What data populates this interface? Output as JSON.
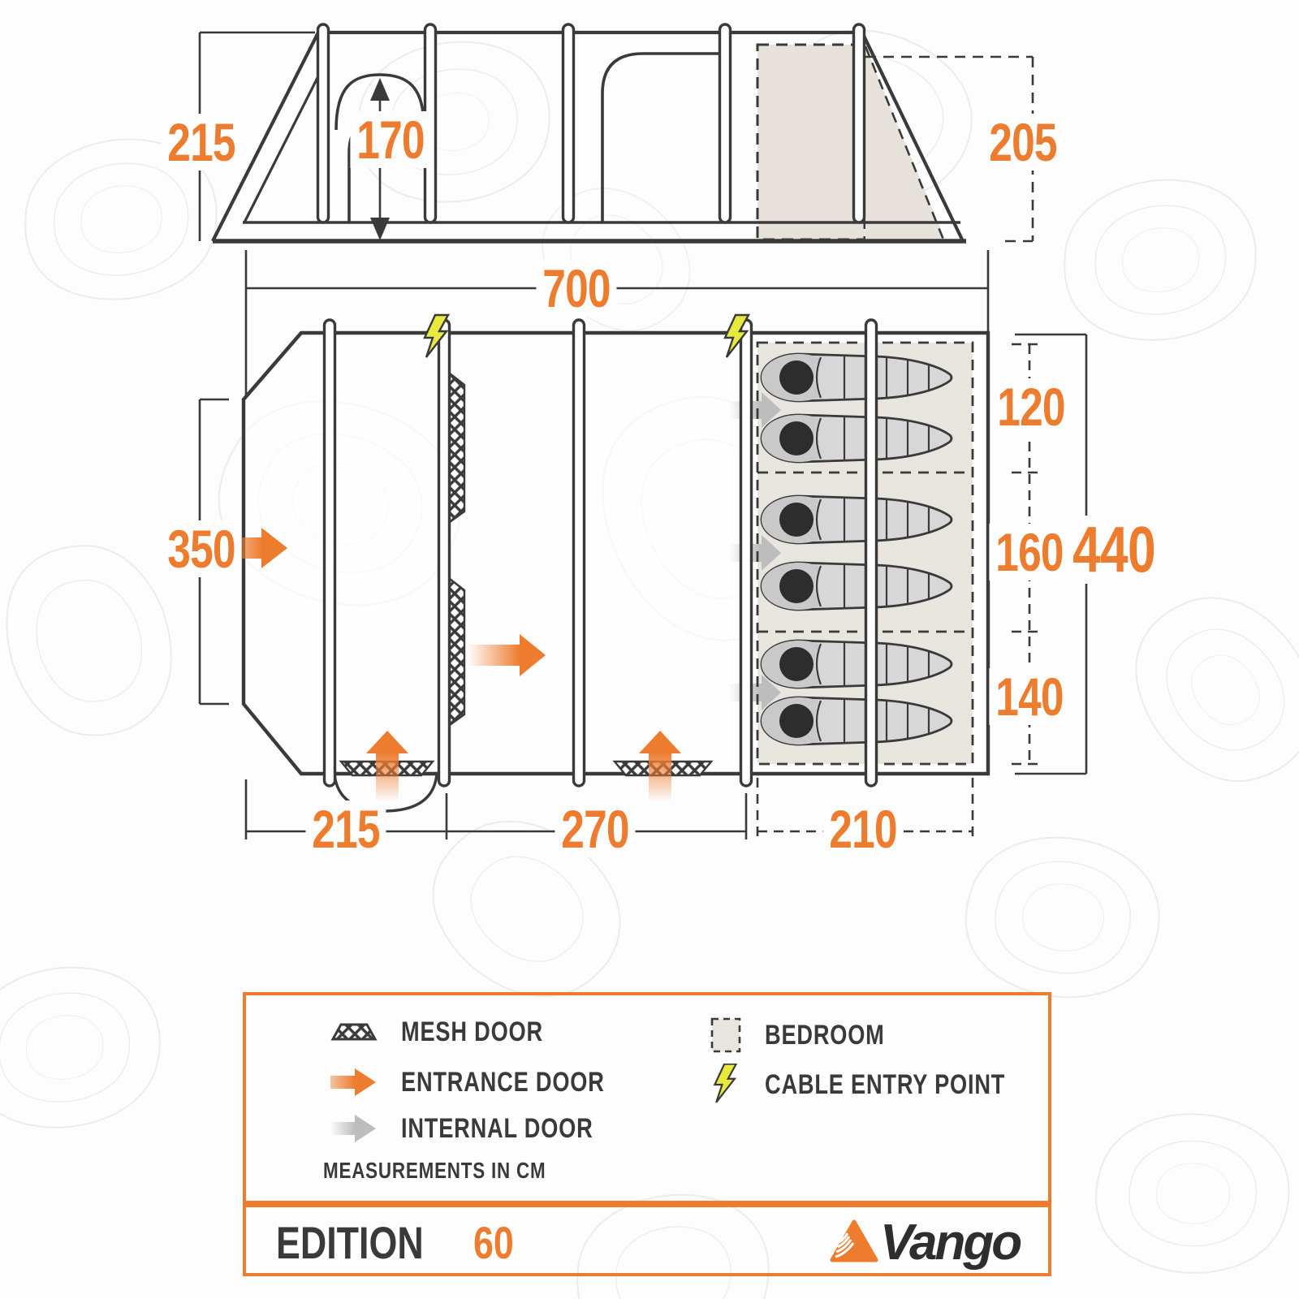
{
  "side_view": {
    "peak_height_cm": "215",
    "door_height_cm": "170",
    "rear_height_cm": "205"
  },
  "floor_plan": {
    "total_length_cm": "700",
    "front_width_cm": "350",
    "section_lengths": {
      "porch": "215",
      "living": "270",
      "bedroom_area": "210"
    },
    "bedrooms": {
      "room1_width": "120",
      "room2_width": "160",
      "room3_width": "140",
      "total_width": "440",
      "sleeping_bags_count": 6
    }
  },
  "legend": {
    "mesh_door": "MESH DOOR",
    "entrance_door": "ENTRANCE DOOR",
    "internal_door": "INTERNAL DOOR",
    "bedroom": "BEDROOM",
    "cable_entry": "CABLE ENTRY POINT",
    "note": "MEASUREMENTS IN CM"
  },
  "footer": {
    "model": "EDITION",
    "model_number": "60",
    "brand": "Vango"
  },
  "colors": {
    "accent_orange": "#ED7C2F",
    "line_dark": "#3A3A3A",
    "bedroom_fill": "#E8E4DE",
    "cable_yellow": "#E7E93F",
    "internal_door_gray": "#BDBDBD"
  }
}
